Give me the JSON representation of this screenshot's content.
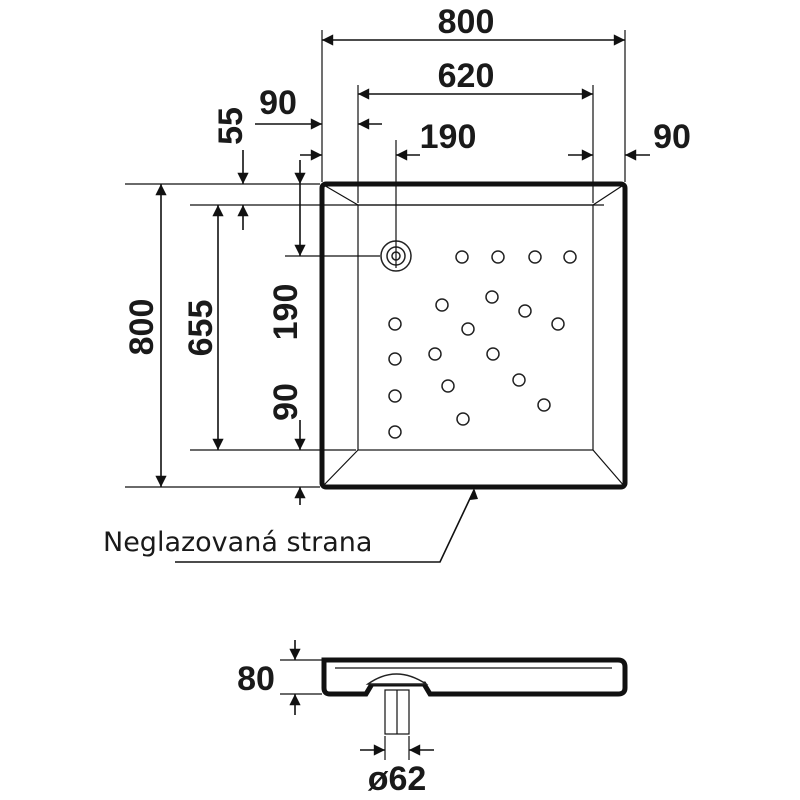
{
  "dimensions": {
    "top_total": "800",
    "top_inner": "620",
    "top_left_offset": "90",
    "top_right_offset": "90",
    "drain_offset_x": "190",
    "left_offset_55": "55",
    "left_total": "800",
    "left_inner": "655",
    "left_drain_y": "190",
    "left_bottom_offset": "90",
    "height": "80",
    "drain_diameter": "ø62"
  },
  "caption": "Neglazovaná strana",
  "colors": {
    "line": "#111111",
    "background": "#ffffff"
  }
}
